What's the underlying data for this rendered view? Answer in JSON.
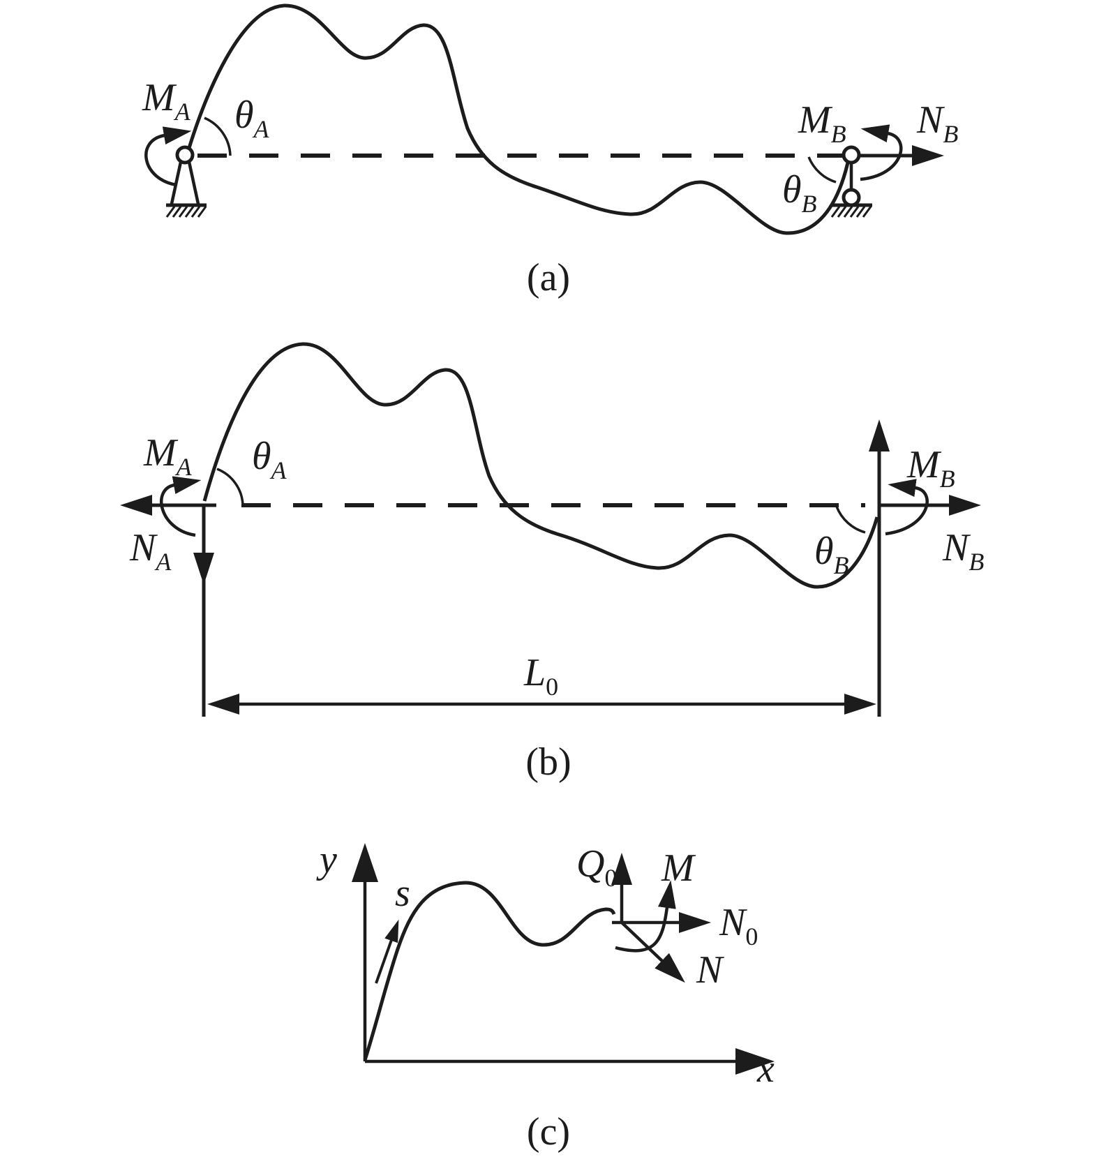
{
  "colors": {
    "ink": "#1c1c1c",
    "background": "#ffffff"
  },
  "panel_a": {
    "caption": "(a)",
    "moment_A": {
      "base": "M",
      "sub": "A"
    },
    "angle_A": {
      "base": "θ",
      "sub": "A"
    },
    "moment_B": {
      "base": "M",
      "sub": "B"
    },
    "force_B": {
      "base": "N",
      "sub": "B"
    },
    "angle_B": {
      "base": "θ",
      "sub": "B"
    }
  },
  "panel_b": {
    "caption": "(b)",
    "moment_A": {
      "base": "M",
      "sub": "A"
    },
    "angle_A": {
      "base": "θ",
      "sub": "A"
    },
    "force_A": {
      "base": "N",
      "sub": "A"
    },
    "moment_B": {
      "base": "M",
      "sub": "B"
    },
    "force_B": {
      "base": "N",
      "sub": "B"
    },
    "angle_B": {
      "base": "θ",
      "sub": "B"
    },
    "length": {
      "base": "L",
      "sub": "0"
    }
  },
  "panel_c": {
    "caption": "(c)",
    "y_axis": "y",
    "x_axis": "x",
    "arc_coordinate": "s",
    "shear": {
      "base": "Q",
      "sub": "0"
    },
    "moment": "M",
    "axial_ref": {
      "base": "N",
      "sub": "0"
    },
    "axial": "N"
  }
}
